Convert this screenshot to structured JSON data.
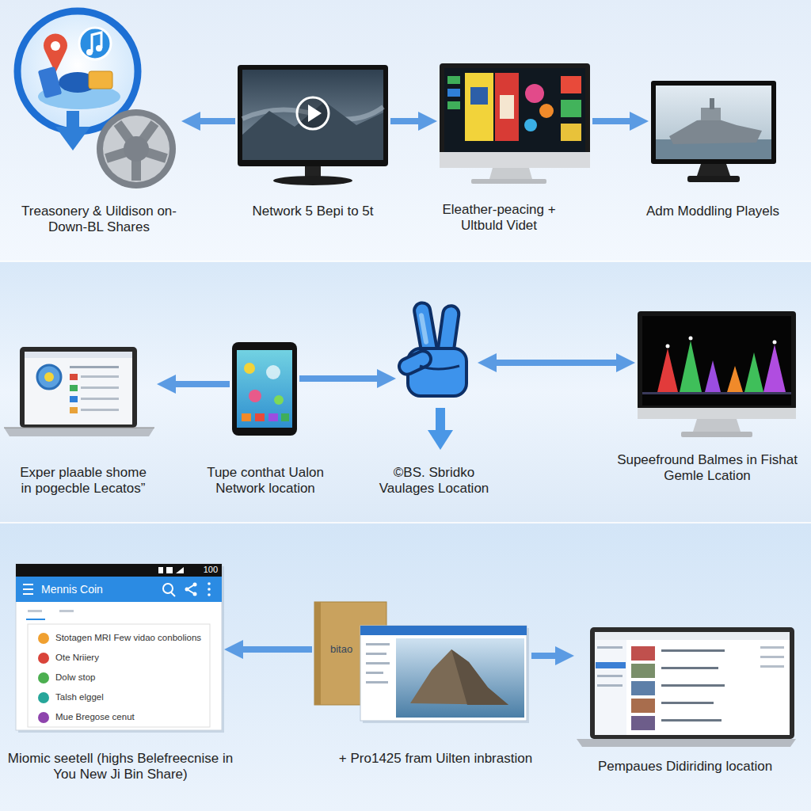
{
  "diagram": {
    "nodes": [
      {
        "text": [
          "Treasonery & Uildison on-Down-BL Shares"
        ]
      },
      {
        "text": [
          "Network 5 Bepi to 5t"
        ]
      },
      {
        "text": [
          "Eleather-peacing + Ultbuld Videt"
        ]
      },
      {
        "text": [
          "Adm Moddling Playels"
        ]
      },
      {
        "text": [
          "Exper plaable shome in pogecble Lecatos”"
        ]
      },
      {
        "text": [
          "Tupe conthat Ualon Network location"
        ]
      },
      {
        "text": [
          "©BS. Sbridko Vaulages Location"
        ]
      },
      {
        "text": [
          "Supeefround Balmes in Fishat Gemle Lcation"
        ]
      },
      {
        "text": [
          "100",
          "Mennis Coin",
          "Stotagen MRI Few vidao conbolions",
          "Ote Nriiery",
          "Dolw stop",
          "Talsh elggel",
          "Mue Bregose cenut",
          "Miomic seetell (highs Belefreecnise in You New Ji Bin Share)"
        ]
      },
      {
        "text": [
          "bitao",
          "+ Pro1425 fram Uilten inbrastion"
        ]
      },
      {
        "text": [
          "Pempaues Didiriding location"
        ]
      }
    ],
    "edges": [
      {
        "from": 1,
        "to": 0,
        "arrow": "to"
      },
      {
        "from": 1,
        "to": 2,
        "arrow": "to"
      },
      {
        "from": 2,
        "to": 3,
        "arrow": "to"
      },
      {
        "from": 5,
        "to": 4,
        "arrow": "to"
      },
      {
        "from": 5,
        "to": 6,
        "arrow": "to"
      },
      {
        "from": 6,
        "to": 7,
        "arrow": "both"
      },
      {
        "from": 9,
        "to": 8,
        "arrow": "to"
      },
      {
        "from": 9,
        "to": 10,
        "arrow": "to"
      }
    ]
  }
}
